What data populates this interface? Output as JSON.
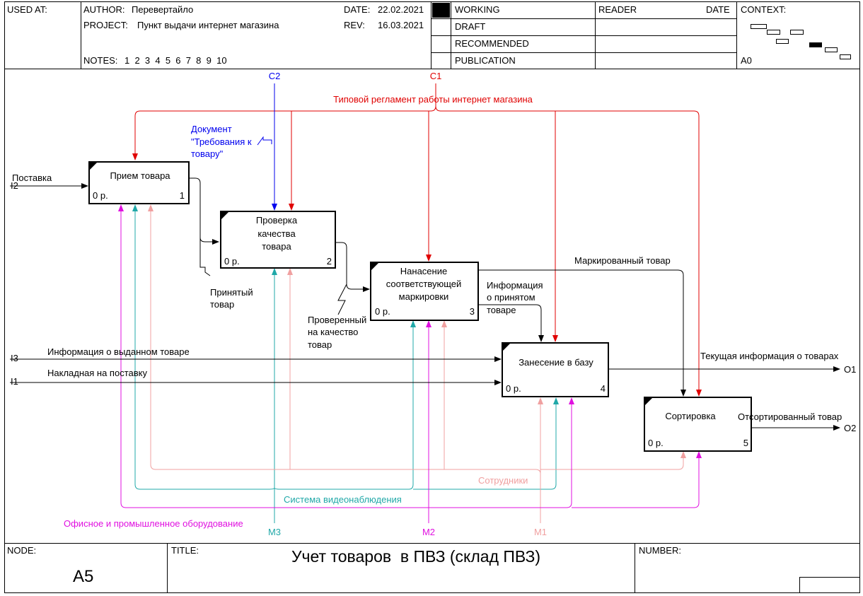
{
  "header": {
    "used_at": "USED AT:",
    "author_label": "AUTHOR:",
    "author": "Перевертайло",
    "project_label": "PROJECT:",
    "project": "Пункт выдачи интернет магазина",
    "date_label": "DATE:",
    "date": "22.02.2021",
    "rev_label": "REV:",
    "rev": "16.03.2021",
    "notes_label": "NOTES:",
    "notes": "1  2  3  4  5  6  7  8  9  10",
    "status": [
      "WORKING",
      "DRAFT",
      "RECOMMENDED",
      "PUBLICATION"
    ],
    "reader": "READER",
    "reader_date": "DATE",
    "context": "CONTEXT:",
    "context_node": "A0"
  },
  "boxes": [
    {
      "label": [
        "Прием товара"
      ],
      "cost": "0 р.",
      "num": "1"
    },
    {
      "label": [
        "Проверка",
        "качества",
        "товара"
      ],
      "cost": "0 р.",
      "num": "2"
    },
    {
      "label": [
        "Нанасение",
        "соответствующей",
        "маркировки"
      ],
      "cost": "0 р.",
      "num": "3"
    },
    {
      "label": [
        "Занесение в базу"
      ],
      "cost": "0 р.",
      "num": "4"
    },
    {
      "label": [
        "Сортировка"
      ],
      "cost": "0 р.",
      "num": "5"
    }
  ],
  "arrow_labels": {
    "c2": "C2",
    "c1": "C1",
    "control_reg": "Типовой регламент работы интернет магазина",
    "doc": [
      "Документ",
      "\"Требования к",
      "товару\""
    ],
    "i2": "I2",
    "postavka": "Поставка",
    "accepted": [
      "Принятый",
      "товар"
    ],
    "checked": [
      "Проверенный",
      "на качество",
      "товар"
    ],
    "marked": "Маркированный товар",
    "info_accepted": [
      "Информация",
      "о принятом",
      "товаре"
    ],
    "i3": "I3",
    "info_issued": "Информация о выданном товаре",
    "i1": "I1",
    "invoice": "Накладная на поставку",
    "current_info": "Текущая информация о товарах",
    "o1": "O1",
    "sorted": "Отсортированный товар",
    "o2": "O2",
    "staff": "Сотрудники",
    "video": "Система видеонаблюдения",
    "equipment": "Офисное и промышленное оборудование",
    "m3": "M3",
    "m2": "M2",
    "m1": "M1"
  },
  "colors": {
    "control_red": "#e00000",
    "control_blue": "#0000ee",
    "teal": "#20a8a8",
    "pink": "#f0a0a0",
    "magenta": "#e010e0",
    "black": "#000000"
  },
  "footer": {
    "node_label": "NODE:",
    "node": "A5",
    "title_label": "TITLE:",
    "title": "Учет товаров  в ПВЗ (склад ПВЗ)",
    "number_label": "NUMBER:"
  }
}
